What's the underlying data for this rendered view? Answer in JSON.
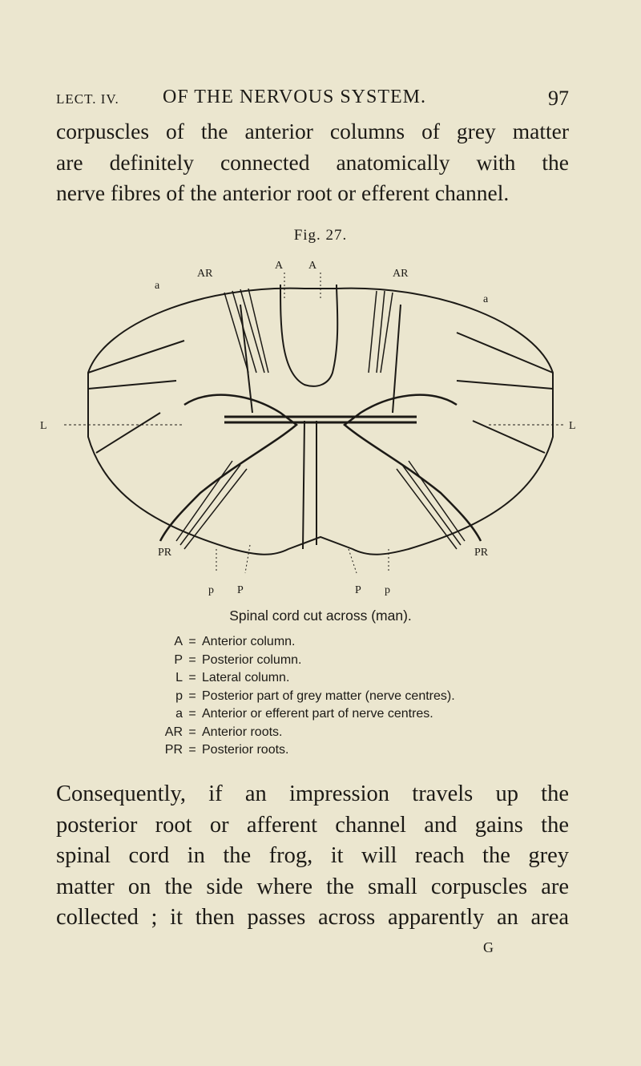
{
  "header": {
    "lecture": "LECT. IV.",
    "title": "OF THE NERVOUS SYSTEM.",
    "page_number": "97"
  },
  "paragraph_top": {
    "lines": [
      "corpuscles of the anterior columns of grey matter",
      "are definitely connected anatomically with the",
      "nerve fibres of the anterior root or efferent channel."
    ]
  },
  "figure": {
    "label": "Fig. 27.",
    "marks": {
      "A_left": "A",
      "A_right": "A",
      "AR_left": "AR",
      "AR_right": "AR",
      "a_left": "a",
      "a_right": "a",
      "L_left": "L",
      "L_right": "L",
      "PR_left": "PR",
      "PR_right": "PR",
      "p_left": "p",
      "P_left": "P",
      "P_right": "P",
      "p_right": "p"
    },
    "caption": "Spinal cord cut across (man)."
  },
  "legend": [
    {
      "key": "A",
      "desc": "Anterior column."
    },
    {
      "key": "P",
      "desc": "Posterior column."
    },
    {
      "key": "L",
      "desc": "Lateral column."
    },
    {
      "key": "p",
      "desc": "Posterior part of grey matter (nerve centres)."
    },
    {
      "key": "a",
      "desc": "Anterior or efferent part of nerve centres."
    },
    {
      "key": "AR",
      "desc": "Anterior roots."
    },
    {
      "key": "PR",
      "desc": "Posterior roots."
    }
  ],
  "equals_sign": "=",
  "paragraph_bottom": {
    "lines": [
      "Consequently, if an impression travels up the",
      "posterior root or afferent channel and gains the",
      "spinal cord in the frog, it will reach the grey",
      "matter on the side where the small corpuscles are",
      "collected ; it then passes across apparently an area"
    ]
  },
  "signature": "G",
  "colors": {
    "paper": "#ebe6cf",
    "ink": "#1c1a16"
  }
}
